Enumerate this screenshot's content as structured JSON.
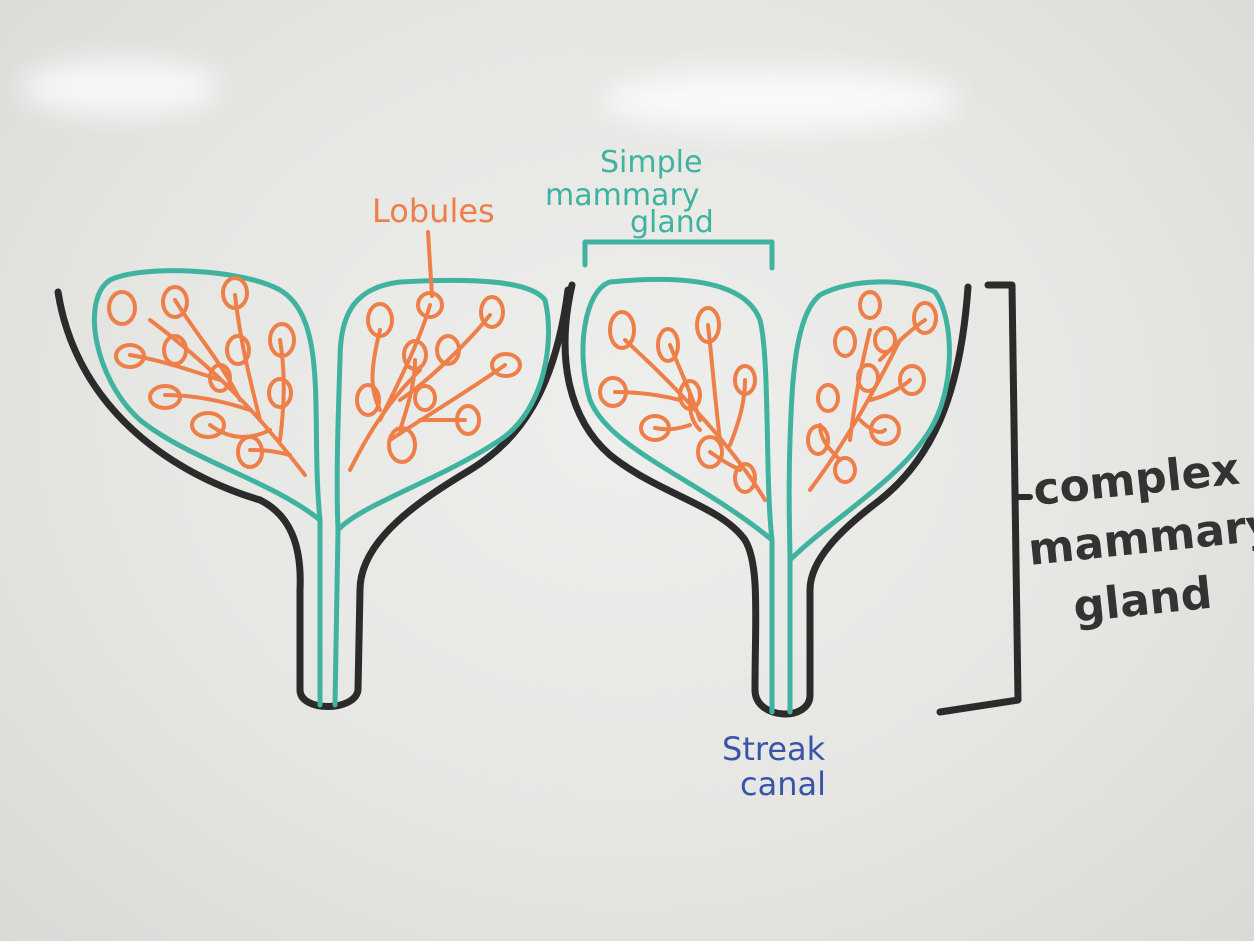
{
  "labels": {
    "simple_line1": "Simple",
    "simple_line2": "mammary",
    "simple_line3": "gland",
    "lobules": "Lobules",
    "complex_line1": "complex",
    "complex_line2": "mammary",
    "complex_line3": "gland",
    "streak_line1": "Streak",
    "streak_line2": "canal"
  },
  "colors": {
    "outline": "#2b2b2b",
    "gland": "#3fb3a0",
    "lobule": "#ee7f48",
    "streak_label": "#3a54a8"
  }
}
